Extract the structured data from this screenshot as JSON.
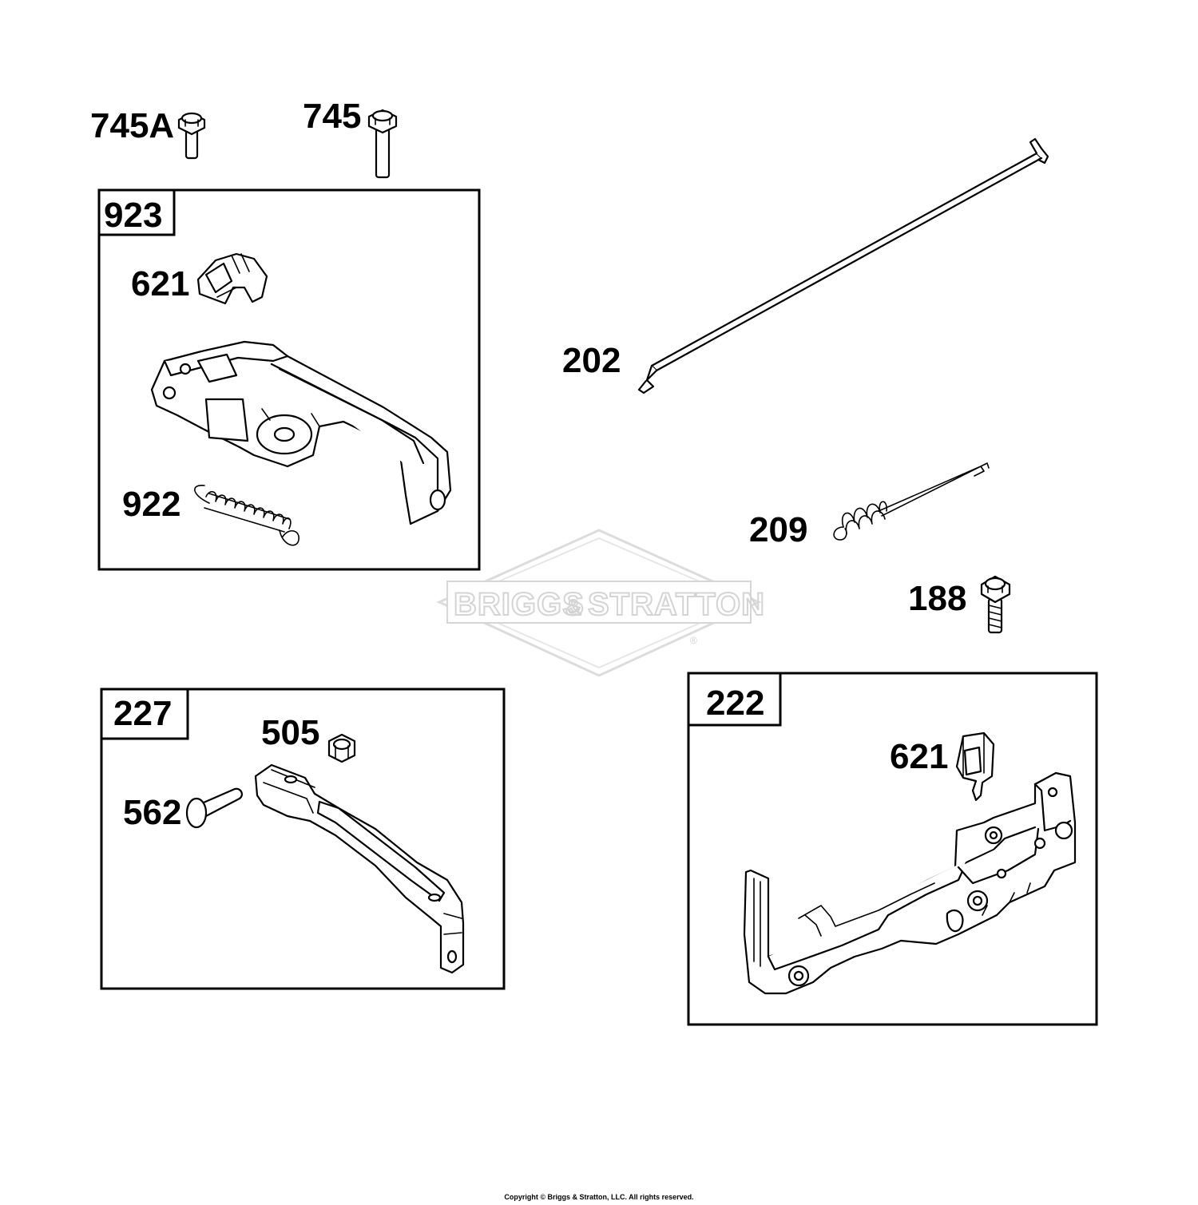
{
  "watermark": {
    "brand_left": "BRIGGS",
    "amp": "&",
    "brand_right": "STRATTON",
    "reg": "®"
  },
  "copyright": "Copyright © Briggs & Stratton, LLC. All rights reserved.",
  "labels": {
    "p745A": "745A",
    "p745": "745",
    "p923": "923",
    "p621a": "621",
    "p922": "922",
    "p202": "202",
    "p209": "209",
    "p188": "188",
    "p227": "227",
    "p505": "505",
    "p562": "562",
    "p222": "222",
    "p621b": "621"
  }
}
